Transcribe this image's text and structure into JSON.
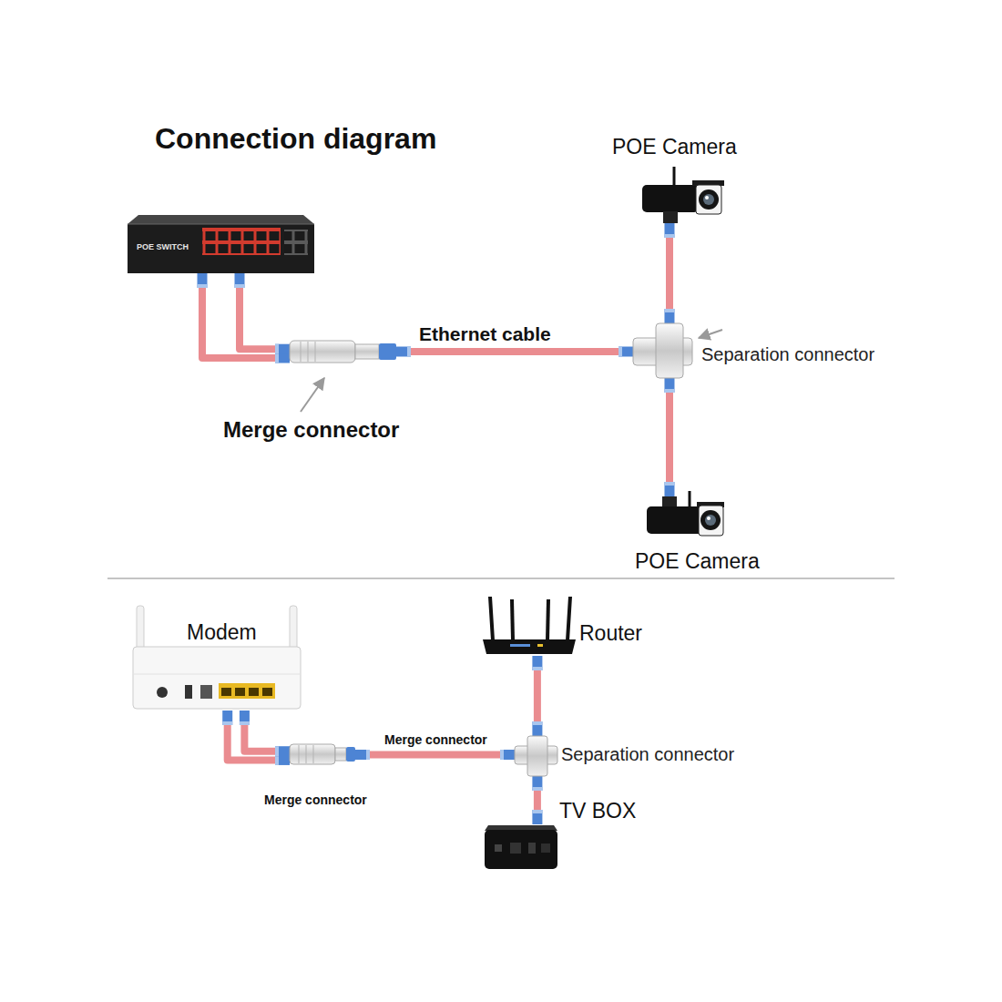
{
  "diagram": {
    "title": "Connection diagram",
    "nodes": [
      {
        "text": [
          "POE SWITCH"
        ]
      },
      {
        "text": [
          "Merge connector"
        ]
      },
      {
        "text": [
          "Separation connector"
        ]
      },
      {
        "text": [
          "POE Camera"
        ]
      },
      {
        "text": [
          "POE Camera"
        ]
      },
      {
        "text": [
          "Modem"
        ]
      },
      {
        "text": [
          "Merge connector"
        ]
      },
      {
        "text": [
          "Router"
        ]
      },
      {
        "text": [
          "Separation connector"
        ]
      },
      {
        "text": [
          "TV BOX"
        ]
      }
    ],
    "edges": [
      {
        "from": 0,
        "to": 1,
        "arrow": "none"
      },
      {
        "from": 0,
        "to": 1,
        "arrow": "none"
      },
      {
        "from": 1,
        "to": 2,
        "label": "Ethernet cable",
        "arrow": "none"
      },
      {
        "from": 2,
        "to": 3,
        "arrow": "none"
      },
      {
        "from": 2,
        "to": 4,
        "arrow": "none"
      },
      {
        "from": 5,
        "to": 6,
        "arrow": "none"
      },
      {
        "from": 5,
        "to": 6,
        "arrow": "none"
      },
      {
        "from": 6,
        "to": 8,
        "label": "Merge connector",
        "arrow": "none"
      },
      {
        "from": 8,
        "to": 7,
        "arrow": "none"
      },
      {
        "from": 8,
        "to": 9,
        "arrow": "none"
      }
    ]
  }
}
